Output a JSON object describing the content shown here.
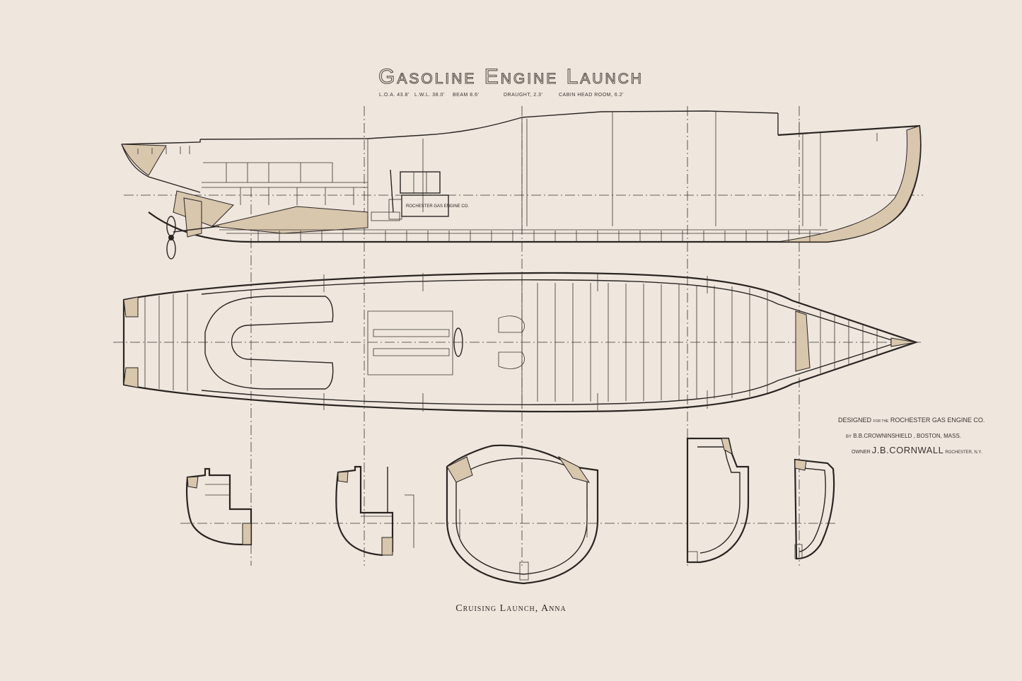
{
  "title": "Gasoline Engine Launch",
  "dimensions": {
    "loa": "L.O.A. 43.8'",
    "lwl": "L.W.L. 38.0'",
    "beam": "BEAM 8.6'",
    "draught": "DRAUGHT, 2.3'",
    "headroom": "CABIN HEAD ROOM, 6.2'"
  },
  "engine_label": "ROCHESTER GAS ENGINE CO.",
  "credits": {
    "designed": "DESIGNED",
    "for_the": "FOR THE",
    "company": "ROCHESTER GAS ENGINE CO.",
    "by": "BY",
    "designer": "B.B.CROWNINSHIELD , BOSTON, MASS.",
    "owner_label": "OWNER",
    "owner": "J.B.CORNWALL",
    "owner_city": "ROCHESTER, N.Y."
  },
  "caption": "Cruising Launch, Anna"
}
